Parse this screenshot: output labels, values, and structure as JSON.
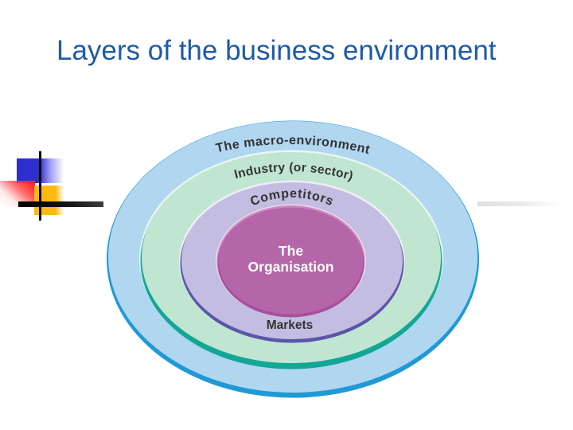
{
  "slide": {
    "title": "Layers of the business environment"
  },
  "theme": {
    "title_color": "#1d5aa8",
    "label_color": "#333333",
    "background": "#ffffff",
    "decor": {
      "blue_square": "#2e2ecf",
      "red_square": "#ff2222",
      "yellow_square": "#fdb910",
      "line_black": "#000000",
      "line_gray": "#dedede"
    }
  },
  "diagram": {
    "layers": [
      {
        "id": "macro-environment",
        "label": "The macro-environment",
        "fill": "#b0d6f0",
        "rim": "#1f9ad5"
      },
      {
        "id": "industry",
        "label": "Industry (or sector)",
        "fill": "#c0e5d1",
        "rim": "#12a795",
        "pale": "#e9f5f1"
      },
      {
        "id": "competitors",
        "label": "Competitors",
        "fill": "#c2bde1",
        "rim": "#5b55a9",
        "pale": "#f0edf7"
      },
      {
        "id": "organisation",
        "label_line1": "The",
        "label_line2": "Organisation",
        "fill": "#b566a8",
        "rim": "#a84f9c",
        "highlight": "#cd86c0",
        "pale": "#ead9e9",
        "text_color": "#ffffff"
      }
    ],
    "markets_label": "Markets"
  }
}
